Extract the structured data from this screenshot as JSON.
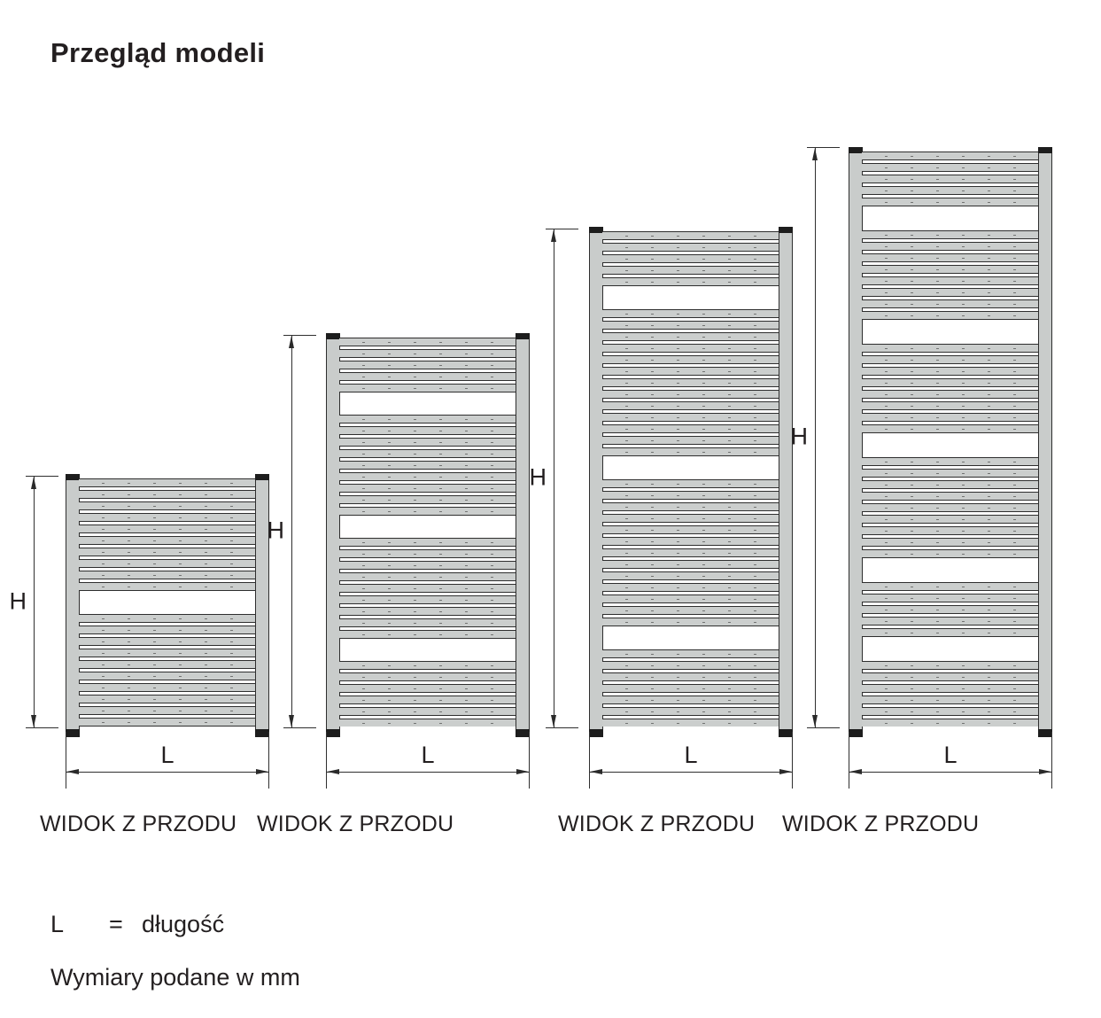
{
  "title": "Przegląd modeli",
  "figures": [
    {
      "caption": "WIDOK Z PRZODU",
      "h_label": "H",
      "l_label": "L",
      "sections": [
        10,
        "gap",
        10
      ]
    },
    {
      "caption": "WIDOK Z PRZODU",
      "h_label": "H",
      "l_label": "L",
      "sections": [
        5,
        "gap",
        9,
        "gap",
        9,
        "gap",
        6
      ]
    },
    {
      "caption": "WIDOK Z PRZODU",
      "h_label": "H",
      "l_label": "L",
      "sections": [
        5,
        "gap",
        13,
        "gap",
        13,
        "gap",
        7
      ]
    },
    {
      "caption": "WIDOK Z PRZODU",
      "h_label": "H",
      "l_label": "L",
      "sections": [
        5,
        "gap",
        8,
        "gap",
        8,
        "gap",
        9,
        "gap",
        5,
        "gap",
        6
      ]
    }
  ],
  "legend": {
    "symbol": "L",
    "equals": "=",
    "definition": "długość",
    "note": "Wymiary podane w mm"
  },
  "colors": {
    "tube_fill": "#cbcecd",
    "rail_fill": "#c9cccb",
    "outline": "#2e2e2e",
    "cap": "#1d1d1d",
    "text": "#231f20"
  }
}
